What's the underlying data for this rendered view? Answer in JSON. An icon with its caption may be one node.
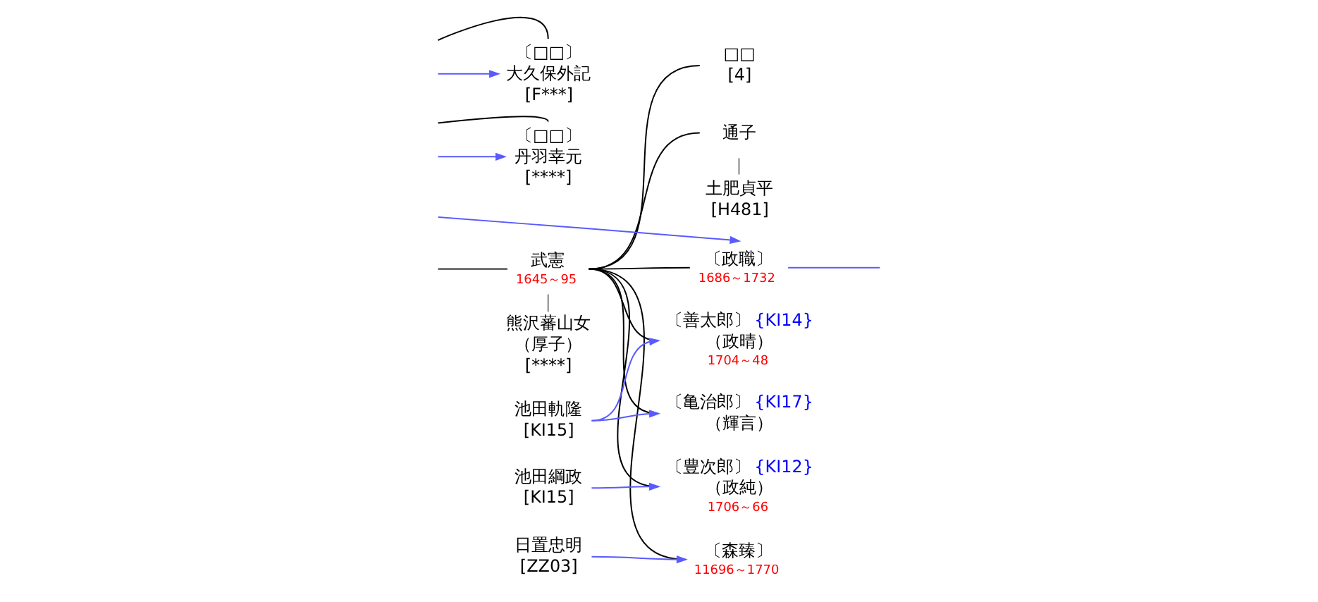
{
  "diagram": {
    "nodes": [
      {
        "text": [
          "〔□□〕",
          "大久保外記",
          "[F***]"
        ]
      },
      {
        "text": [
          "〔□□〕",
          "丹羽幸元",
          "[****]"
        ]
      },
      {
        "text": [
          "武憲",
          "1645～95"
        ]
      },
      {
        "text": [
          "熊沢蕃山女",
          "（厚子）",
          "[****]"
        ]
      },
      {
        "text": [
          "□□",
          "[4]"
        ]
      },
      {
        "text": [
          "通子"
        ]
      },
      {
        "text": [
          "土肥貞平",
          "[H481]"
        ]
      },
      {
        "text": [
          "〔政職〕",
          "1686～1732"
        ]
      },
      {
        "text": [
          "池田軌隆",
          "[KI15]"
        ]
      },
      {
        "text": [
          "〔善太郎〕",
          "（政晴）",
          "1704～48"
        ],
        "beside": [
          "{KI14}"
        ]
      },
      {
        "text": [
          "〔亀治郎〕",
          "（輝言）"
        ],
        "beside": [
          "{KI17}"
        ]
      },
      {
        "text": [
          "池田綱政",
          "[KI15]"
        ]
      },
      {
        "text": [
          "〔豊次郎〕",
          "（政純）",
          "1706～66"
        ],
        "beside": [
          "{KI12}"
        ]
      },
      {
        "text": [
          "日置忠明",
          "[ZZ03]"
        ]
      },
      {
        "text": [
          "〔森臻〕",
          "11696～1770"
        ]
      }
    ],
    "edges": [
      {
        "from": null,
        "to": 0,
        "arrow": "none"
      },
      {
        "from": null,
        "to": 1,
        "arrow": "none"
      },
      {
        "from": null,
        "to": 0,
        "arrow": "to",
        "color": "#5a5aff"
      },
      {
        "from": null,
        "to": 1,
        "arrow": "to",
        "color": "#5a5aff"
      },
      {
        "from": null,
        "to": 2,
        "arrow": "none"
      },
      {
        "from": 2,
        "to": 3,
        "arrow": "none",
        "color": "#808080"
      },
      {
        "from": 2,
        "to": 4,
        "arrow": "none"
      },
      {
        "from": 2,
        "to": 5,
        "arrow": "none"
      },
      {
        "from": 5,
        "to": 6,
        "arrow": "none",
        "color": "#808080"
      },
      {
        "from": 2,
        "to": 7,
        "arrow": "none"
      },
      {
        "from": null,
        "to": 7,
        "arrow": "to",
        "color": "#5a5aff"
      },
      {
        "from": 7,
        "to": null,
        "arrow": "none",
        "color": "#5a5aff"
      },
      {
        "from": 2,
        "to": 9,
        "arrow": "none"
      },
      {
        "from": 2,
        "to": 10,
        "arrow": "none"
      },
      {
        "from": 2,
        "to": 12,
        "arrow": "none"
      },
      {
        "from": 2,
        "to": 14,
        "arrow": "none"
      },
      {
        "from": 8,
        "to": 9,
        "arrow": "to",
        "color": "#5a5aff"
      },
      {
        "from": 8,
        "to": 10,
        "arrow": "to",
        "color": "#5a5aff"
      },
      {
        "from": 11,
        "to": 12,
        "arrow": "to",
        "color": "#5a5aff"
      },
      {
        "from": 13,
        "to": 14,
        "arrow": "to",
        "color": "#5a5aff"
      }
    ]
  }
}
